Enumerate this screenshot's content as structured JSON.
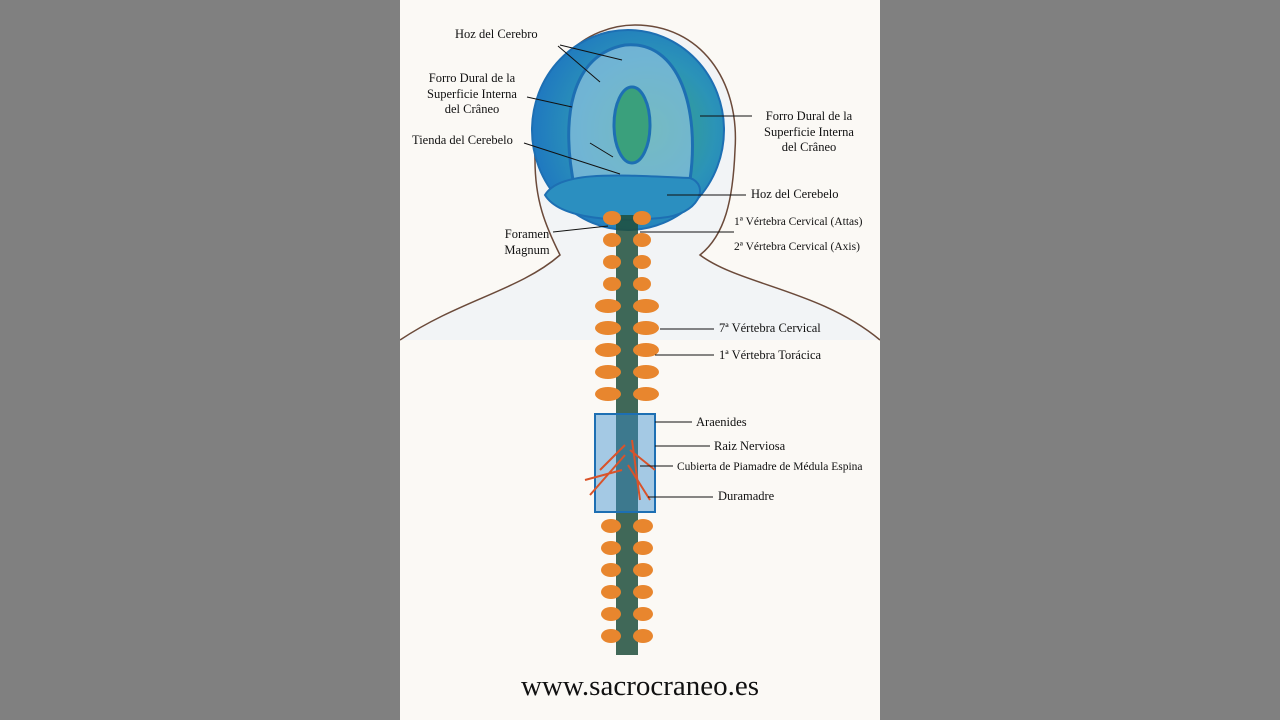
{
  "image": {
    "website": "www.sacrocraneo.es",
    "labels": {
      "hoz_cerebro": "Hoz del Cerebro",
      "forro_left": [
        "Forro Dural de la",
        "Superficie Interna",
        "del Crâneo"
      ],
      "forro_right": [
        "Forro Dural de la",
        "Superficie Interna",
        "del Crâneo"
      ],
      "tienda": "Tienda del Cerebelo",
      "hoz_cerebelo": "Hoz del Cerebelo",
      "atlas": "1ª Vértebra Cervical (Attas)",
      "axis": "2ª Vértebra Cervical (Axis)",
      "foramen": [
        "Foramen",
        "Magnum"
      ],
      "c7": "7ª Vértebra Cervical",
      "t1": "1ª Vértebra Torácica",
      "araenides": "Araenides",
      "raiz": "Raiz Nerviosa",
      "piamadre": "Cubierta de Piamadre de Médula Espina",
      "duramadre": "Duramadre"
    },
    "colors": {
      "viewer_bg": "#808080",
      "paper": "#fbf9f5",
      "dura": "#2f8fbf",
      "bone": "#e8862e",
      "cord": "#1e4f3c"
    }
  }
}
